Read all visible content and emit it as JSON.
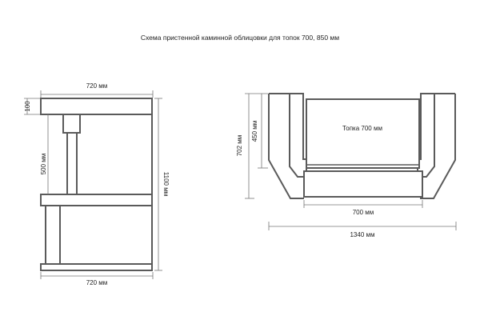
{
  "title": "Схема пристенной каминной облицовки для топок 700, 850 мм",
  "side_view": {
    "top_width": "720 мм",
    "bottom_width": "720 мм",
    "top_slab_height": "100",
    "column_height": "500 мм",
    "total_height": "1100 мм"
  },
  "front_view": {
    "firebox_label": "Топка 700 мм",
    "total_height": "702 мм",
    "firebox_height": "450 мм",
    "firebox_width": "700 мм",
    "total_width": "1340 мм"
  }
}
